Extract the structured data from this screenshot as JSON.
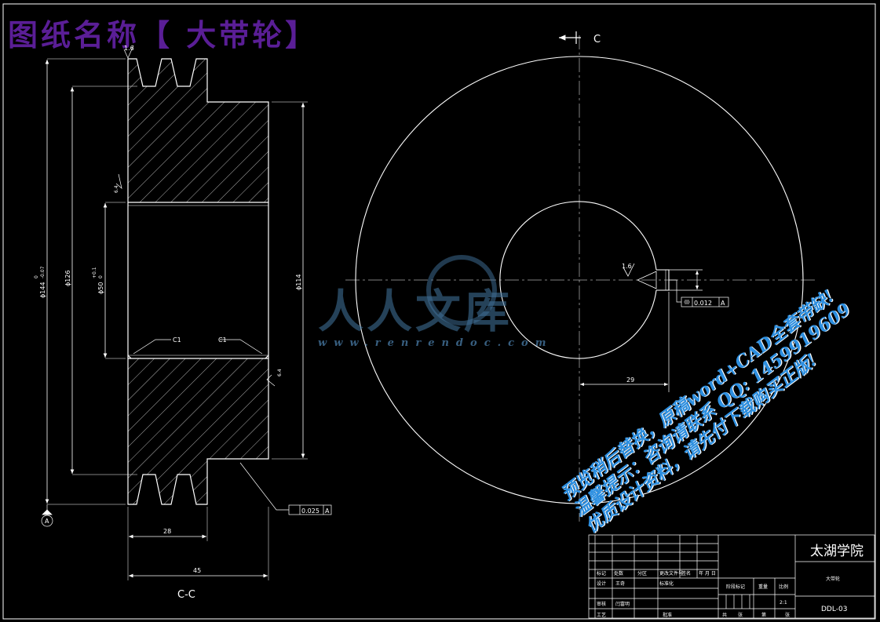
{
  "header": {
    "title": "图纸名称【 大带轮】"
  },
  "views": {
    "section_label": "C-C",
    "cut_label_top": "C",
    "cut_label_bottom": "C"
  },
  "dimensions": {
    "outer_diameter": "ϕ144",
    "outer_tol_upper": "0",
    "outer_tol_lower": "-0.07",
    "groove_diameter": "ϕ126",
    "bore_diameter": "ϕ50",
    "bore_tol_upper": "+0.1",
    "bore_tol_lower": "0",
    "hub_diameter": "ϕ114",
    "hub_length": "28",
    "total_width": "45",
    "keyway_depth": "29",
    "chamfer_left": "C1",
    "chamfer_right": "C1"
  },
  "annotations": {
    "roughness_top": "1.6",
    "roughness_left": "6.4",
    "roughness_right": "6.4",
    "roughness_keyway": "1.6",
    "runout_tol": "0.025",
    "runout_datum": "A",
    "symmetry_tol": "0.012",
    "symmetry_datum": "A",
    "datum_label": "A"
  },
  "watermark": {
    "logo": "人人文库",
    "url": "www.renrendoc.com"
  },
  "promo": {
    "line1": "预览稍后替换，原稿word+CAD全套带缺!",
    "line2": "温馨提示：咨询请联系 QQ: 1459919609",
    "line3": "优质设计资料，请先付下载购买正版!"
  },
  "title_block": {
    "school": "太湖学院",
    "part_name": "大带轮",
    "drawing_no": "DDL-03",
    "scale": "2:1",
    "row_marks": "标记",
    "row_count": "处数",
    "row_zone": "分区",
    "row_change": "更改文件号",
    "row_sign": "签名",
    "row_date": "年 月 日",
    "design": "设计",
    "designer": "王奇",
    "standard": "标准化",
    "stage_mark": "阶段标记",
    "weight": "重量",
    "scale_label": "比例",
    "review": "审核",
    "reviewer": "闫富明",
    "process": "工艺",
    "approve": "批准",
    "total": "共",
    "sheet": "张",
    "page": "第",
    "page_sheet": "张"
  }
}
